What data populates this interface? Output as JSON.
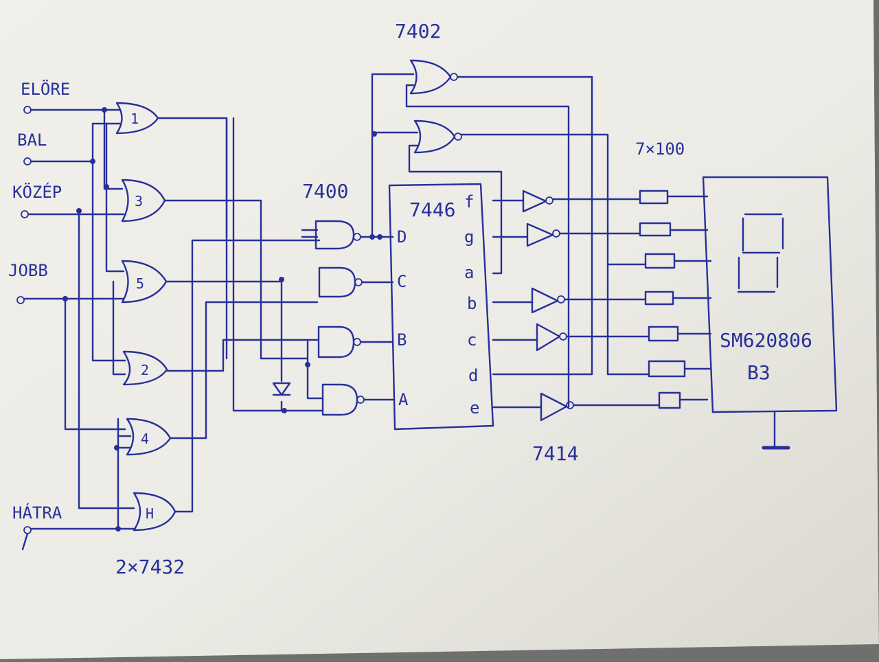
{
  "inputs": [
    {
      "id": "elore",
      "label": "ELÖRE"
    },
    {
      "id": "bal",
      "label": "BAL"
    },
    {
      "id": "kozep",
      "label": "KÖZÉP"
    },
    {
      "id": "jobb",
      "label": "JOBB"
    },
    {
      "id": "hatra",
      "label": "HÁTRA"
    }
  ],
  "chips": {
    "or_gates": "2×7432",
    "nand_gates": "7400",
    "nor_gates": "7402",
    "decoder": "7446",
    "inverters": "7414",
    "resistors": "7×100",
    "display_line1": "SM620806",
    "display_line2": "B3"
  },
  "or_gate_numbers": [
    "1",
    "3",
    "5",
    "2",
    "4",
    "H"
  ],
  "decoder_inputs": [
    "D",
    "C",
    "B",
    "A"
  ],
  "decoder_outputs": [
    "f",
    "g",
    "a",
    "b",
    "c",
    "d",
    "e"
  ]
}
